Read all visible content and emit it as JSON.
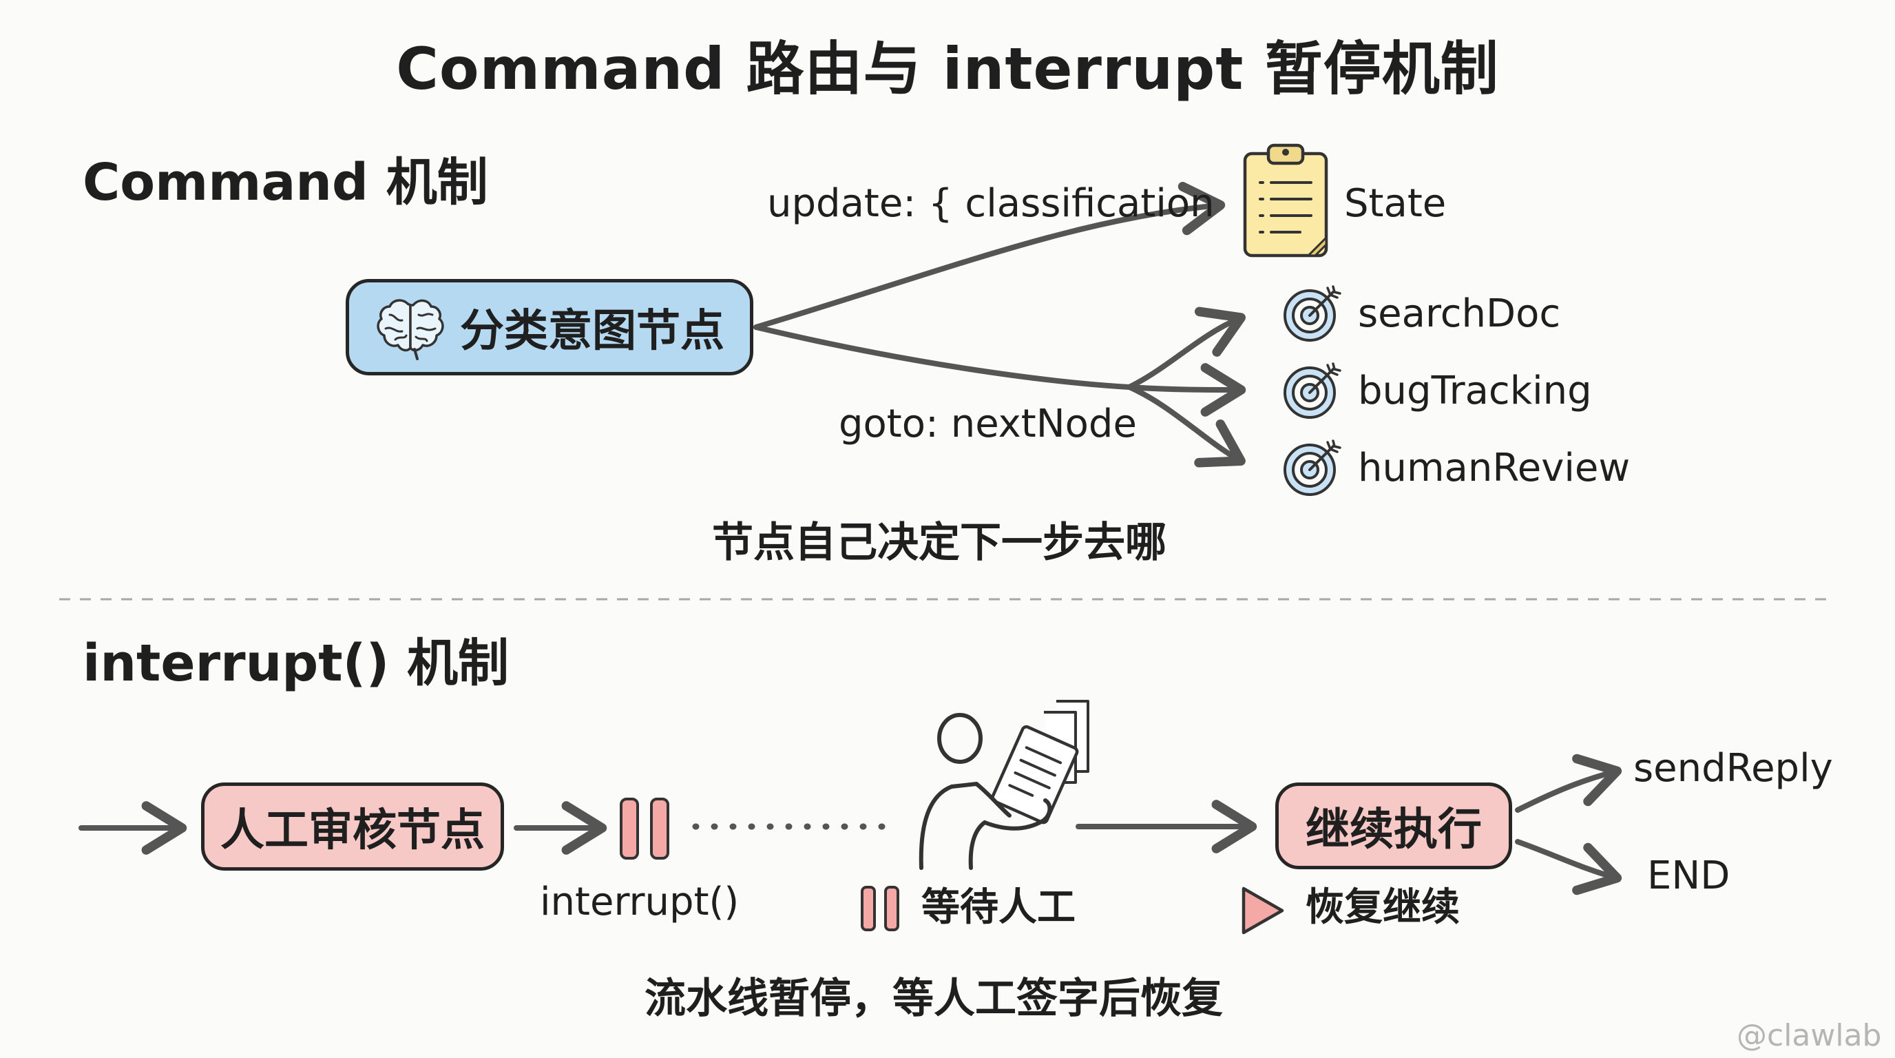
{
  "title": "Command 路由与 interrupt 暂停机制",
  "command_section": {
    "heading": "Command 机制",
    "source_node": "分类意图节点",
    "update_label": "update: { classification",
    "state_label": "State",
    "goto_label": "goto: nextNode",
    "targets": [
      "searchDoc",
      "bugTracking",
      "humanReview"
    ],
    "caption": "节点自己决定下一步去哪"
  },
  "interrupt_section": {
    "heading": "interrupt() 机制",
    "review_node": "人工审核节点",
    "interrupt_label": "interrupt()",
    "wait_label": "等待人工",
    "continue_node": "继续执行",
    "resume_label": "恢复继续",
    "outputs": [
      "sendReply",
      "END"
    ],
    "caption": "流水线暂停，等人工签字后恢复"
  },
  "watermark": "@clawlab",
  "colors": {
    "source_node_fill": "#b5d9f0",
    "interrupt_node_fill": "#f6c8c6",
    "pause_fill": "#f4a9a7",
    "arrow": "#555555",
    "state_icon_fill": "#fbe9a6"
  },
  "icons": {
    "source_node": "brain-icon",
    "state": "clipboard-icon",
    "targets": "target-icon",
    "pause": "pause-icon",
    "human": "person-with-documents-icon",
    "resume": "play-icon"
  }
}
